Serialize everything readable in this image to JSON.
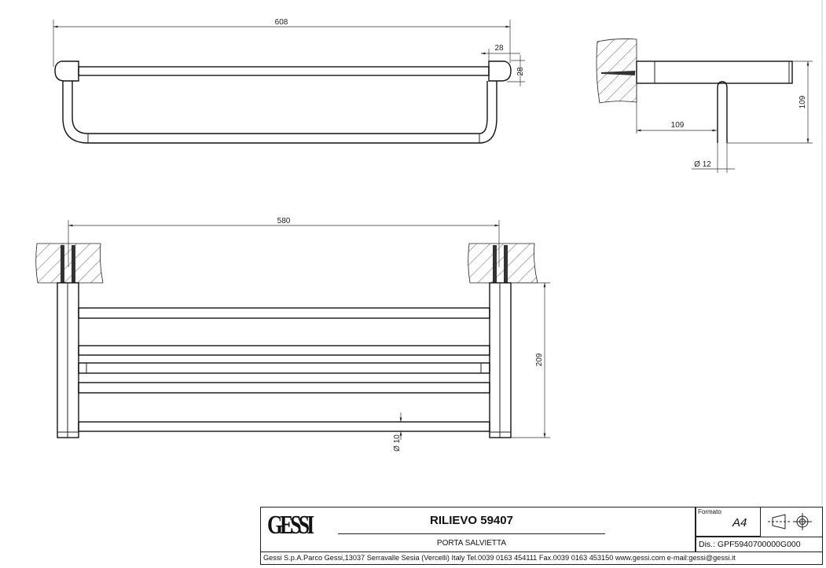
{
  "drawing": {
    "top_view": {
      "overall_width": "608",
      "end_cap_width": "28",
      "end_cap_height": "28"
    },
    "side_view": {
      "projection": "109",
      "height": "109",
      "rod_diameter": "Ø 12"
    },
    "front_view": {
      "fixing_distance": "580",
      "height": "209",
      "bar_diameter": "Ø 10"
    }
  },
  "title_block": {
    "logo": "GESSI",
    "title": "RILIEVO 59407",
    "subtitle": "PORTA SALVIETTA",
    "format_label": "Formato",
    "format_value": "A4",
    "drawing_number": "Dis.: GPF5940700000G000",
    "footer": "Gessi S.p.A.Parco Gessi,13037 Serravalle Sesia (Vercelli) Italy Tel.0039 0163 454111 Fax.0039 0163 453150 www.gessi.com e-mail:gessi@gessi.it"
  }
}
